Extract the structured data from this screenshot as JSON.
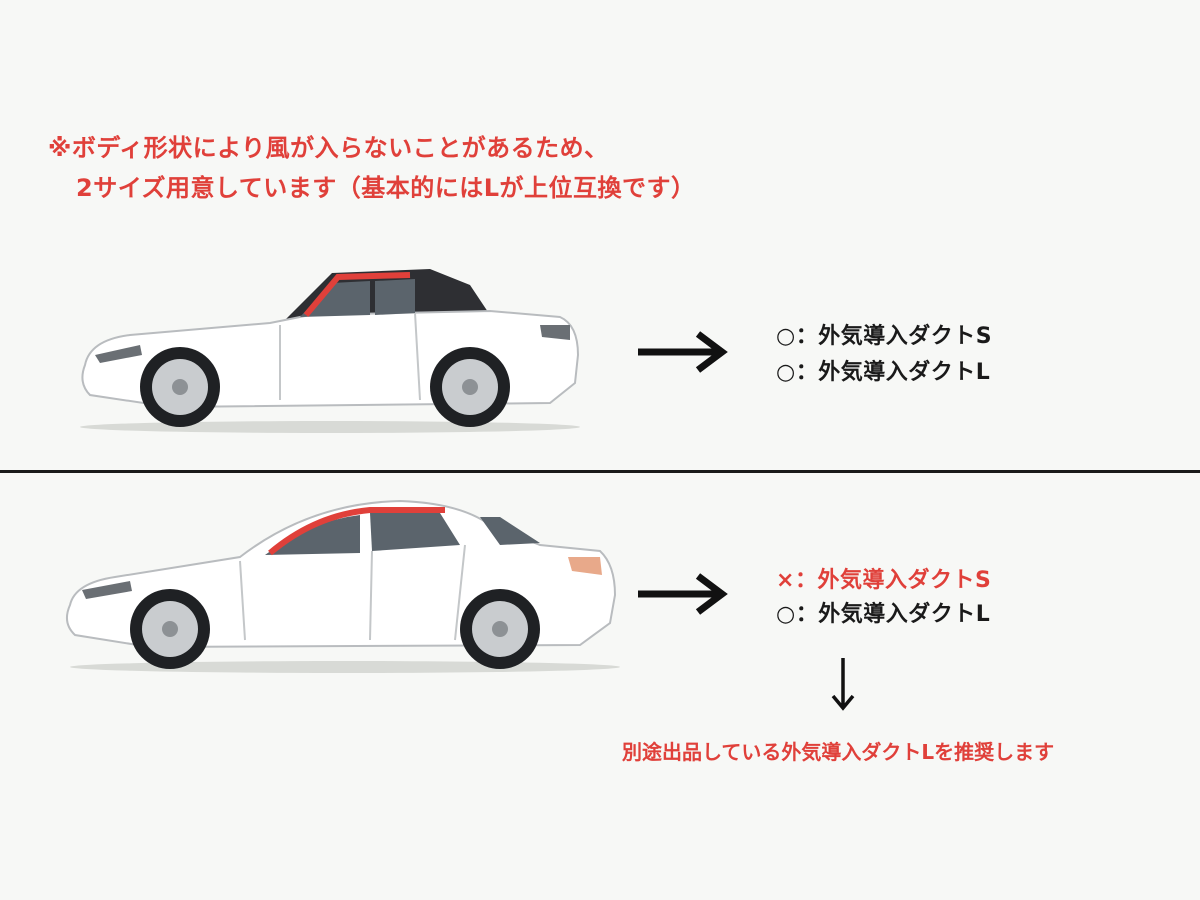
{
  "note": {
    "line1": "※ボディ形状により風が入らないことがあるため、",
    "line2": "2サイズ用意しています（基本的にはLが上位互換です）"
  },
  "top_section": {
    "options": [
      {
        "mark": "○",
        "text": "：外気導入ダクトS"
      },
      {
        "mark": "○",
        "text": "：外気導入ダクトL"
      }
    ]
  },
  "bottom_section": {
    "options": [
      {
        "mark": "×",
        "text": "：外気導入ダクトS"
      },
      {
        "mark": "○",
        "text": "：外気導入ダクトL"
      }
    ],
    "recommendation": "別途出品している外気導入ダクトLを推奨します"
  },
  "colors": {
    "accent_red": "#e0403a",
    "text_dark": "#1a1a1a",
    "background": "#f7f8f6"
  },
  "icons": {
    "right_arrow": "arrow-right-icon",
    "down_arrow": "arrow-down-icon"
  }
}
